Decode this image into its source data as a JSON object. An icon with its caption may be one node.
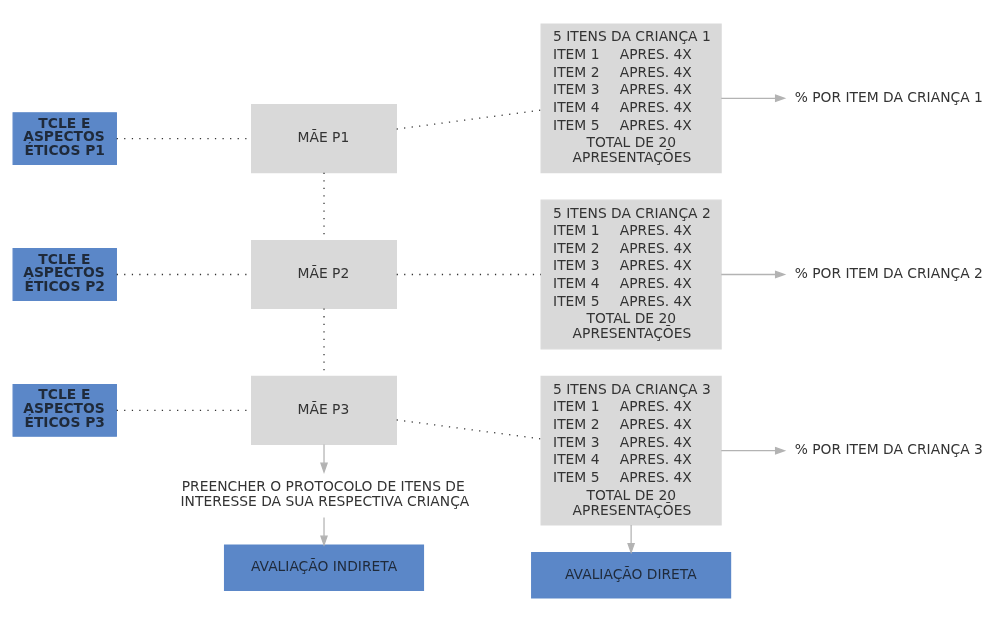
{
  "diagram": {
    "nodes": [
      {
        "text": [
          "TCLE E ASPECTOS ÉTICOS P1"
        ]
      },
      {
        "text": [
          "MÃE P1"
        ]
      },
      {
        "text": [
          "5 ITENS DA CRIANÇA 1",
          "ITEM 1",
          "APRES. 4X",
          "ITEM 2",
          "APRES. 4X",
          "ITEM 3",
          "APRES. 4X",
          "ITEM 4",
          "APRES. 4X",
          "ITEM 5",
          "APRES. 4X",
          "TOTAL DE 20 APRESENTAÇÕES"
        ]
      },
      {
        "text": [
          "% POR ITEM DA CRIANÇA 1"
        ]
      },
      {
        "text": [
          "TCLE E ASPECTOS ÉTICOS P2"
        ]
      },
      {
        "text": [
          "MÃE P2"
        ]
      },
      {
        "text": [
          "5 ITENS DA CRIANÇA 2",
          "ITEM 1",
          "APRES. 4X",
          "ITEM 2",
          "APRES. 4X",
          "ITEM 3",
          "APRES. 4X",
          "ITEM 4",
          "APRES. 4X",
          "ITEM 5",
          "APRES. 4X",
          "TOTAL DE 20 APRESENTAÇÕES"
        ]
      },
      {
        "text": [
          "% POR ITEM DA CRIANÇA 2"
        ]
      },
      {
        "text": [
          "TCLE E ASPECTOS ÉTICOS P3"
        ]
      },
      {
        "text": [
          "MÃE P3"
        ]
      },
      {
        "text": [
          "5 ITENS DA CRIANÇA 3",
          "ITEM 1",
          "APRES. 4X",
          "ITEM 2",
          "APRES. 4X",
          "ITEM 3",
          "APRES. 4X",
          "ITEM 4",
          "APRES. 4X",
          "ITEM 5",
          "APRES. 4X",
          "TOTAL DE 20 APRESENTAÇÕES"
        ]
      },
      {
        "text": [
          "% POR ITEM DA CRIANÇA 3"
        ]
      },
      {
        "text": [
          "PREENCHER O PROTOCOLO DE ITENS DE INTERESSE DA SUA RESPECTIVA CRIANÇA"
        ]
      },
      {
        "text": [
          "AVALIAÇÃO INDIRETA"
        ]
      },
      {
        "text": [
          "AVALIAÇÃO DIRETA"
        ]
      }
    ],
    "edges": [
      {
        "from": 0,
        "to": 1,
        "arrow": "none",
        "style": "dashed"
      },
      {
        "from": 1,
        "to": 2,
        "arrow": "none",
        "style": "dashed"
      },
      {
        "from": 2,
        "to": 3,
        "arrow": "to",
        "color": "#b3b3b3"
      },
      {
        "from": 1,
        "to": 5,
        "arrow": "none",
        "style": "dashed"
      },
      {
        "from": 4,
        "to": 5,
        "arrow": "none",
        "style": "dashed"
      },
      {
        "from": 5,
        "to": 6,
        "arrow": "none",
        "style": "dashed"
      },
      {
        "from": 6,
        "to": 7,
        "arrow": "to",
        "color": "#b3b3b3"
      },
      {
        "from": 5,
        "to": 9,
        "arrow": "none",
        "style": "dashed"
      },
      {
        "from": 8,
        "to": 9,
        "arrow": "none",
        "style": "dashed"
      },
      {
        "from": 9,
        "to": 10,
        "arrow": "none",
        "style": "dashed"
      },
      {
        "from": 10,
        "to": 11,
        "arrow": "to",
        "color": "#b3b3b3"
      },
      {
        "from": 9,
        "to": 12,
        "arrow": "to",
        "color": "#b3b3b3"
      },
      {
        "from": 12,
        "to": 13,
        "arrow": "to",
        "color": "#b3b3b3"
      },
      {
        "from": 10,
        "to": 14,
        "arrow": "to",
        "color": "#b3b3b3"
      }
    ]
  }
}
